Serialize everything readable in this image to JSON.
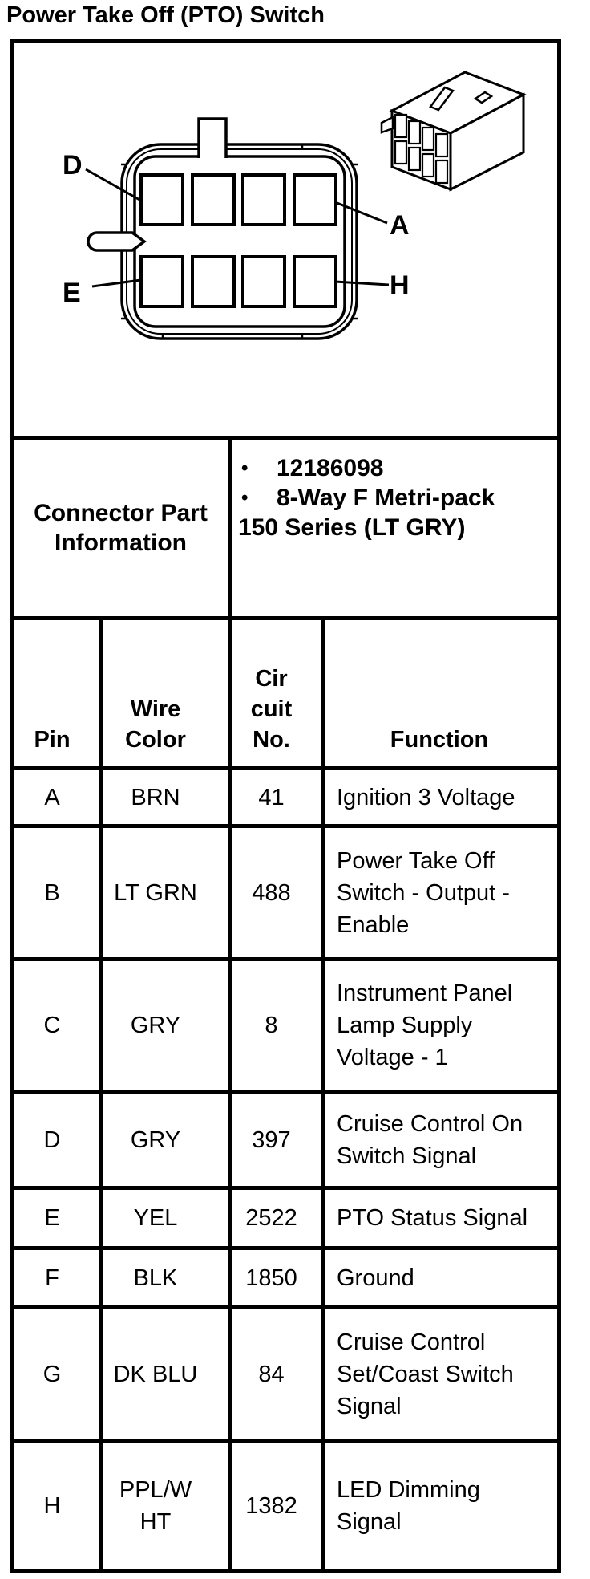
{
  "page": {
    "title": "Power Take Off (PTO) Switch"
  },
  "colors": {
    "ink": "#000000",
    "paper": "#ffffff"
  },
  "diagram": {
    "description": "8-way connector face view with pin position labels and isometric connector icon",
    "pin_labels": {
      "top_left": "D",
      "top_right": "A",
      "bottom_left": "E",
      "bottom_right": "H"
    }
  },
  "part_info": {
    "label": "Connector Part\nInformation",
    "bullet_char": "•",
    "bullets": [
      "12186098",
      "8-Way F Metri-pack"
    ],
    "continuation": "150 Series (LT GRY)"
  },
  "pin_table": {
    "headers": {
      "pin": "Pin",
      "wire_color": "Wire\nColor",
      "circuit_no": "Cir\ncuit\nNo.",
      "function": "Function"
    },
    "rows": [
      {
        "pin": "A",
        "wire_color": "BRN",
        "circuit_no": "41",
        "function": "Ignition 3 Voltage"
      },
      {
        "pin": "B",
        "wire_color": "LT GRN",
        "circuit_no": "488",
        "function": "Power Take Off\nSwitch - Output -\nEnable"
      },
      {
        "pin": "C",
        "wire_color": "GRY",
        "circuit_no": "8",
        "function": "Instrument Panel\nLamp Supply\nVoltage - 1"
      },
      {
        "pin": "D",
        "wire_color": "GRY",
        "circuit_no": "397",
        "function": "Cruise Control On\nSwitch Signal"
      },
      {
        "pin": "E",
        "wire_color": "YEL",
        "circuit_no": "2522",
        "function": "PTO Status Signal"
      },
      {
        "pin": "F",
        "wire_color": "BLK",
        "circuit_no": "1850",
        "function": "Ground"
      },
      {
        "pin": "G",
        "wire_color": "DK BLU",
        "circuit_no": "84",
        "function": "Cruise Control\nSet/Coast Switch\nSignal"
      },
      {
        "pin": "H",
        "wire_color": "PPL/W\nHT",
        "circuit_no": "1382",
        "function": "LED Dimming\nSignal"
      }
    ]
  }
}
